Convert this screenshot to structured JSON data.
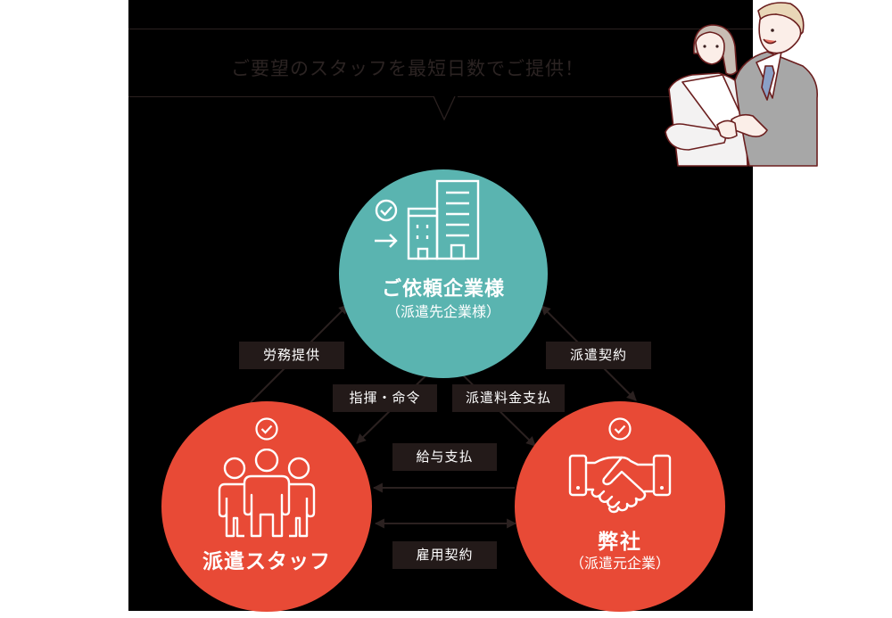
{
  "banner": {
    "headline": "ご要望のスタッフを最短日数でご提供！"
  },
  "nodes": {
    "client": {
      "title": "ご依頼企業様",
      "subtitle": "（派遣先企業様）",
      "icon": "building-check-arrow-icon",
      "color": "#5ab4b0"
    },
    "staff": {
      "title": "派遣スタッフ",
      "icon": "people-group-icon",
      "badge_icon": "check-circle-icon",
      "color": "#e84a36"
    },
    "company": {
      "title": "弊社",
      "subtitle": "（派遣元企業）",
      "icon": "handshake-icon",
      "badge_icon": "check-circle-icon",
      "color": "#e84a36"
    }
  },
  "relations": {
    "labor_provision": "労務提供",
    "direction_command": "指揮・命令",
    "dispatch_fee_payment": "派遣料金支払",
    "dispatch_contract": "派遣契約",
    "salary_payment": "給与支払",
    "employment_contract": "雇用契約"
  },
  "colors": {
    "background": "#000000",
    "label_box": "#231a19",
    "arrow": "#2b2120",
    "teal": "#5ab4b0",
    "red": "#e84a36"
  }
}
